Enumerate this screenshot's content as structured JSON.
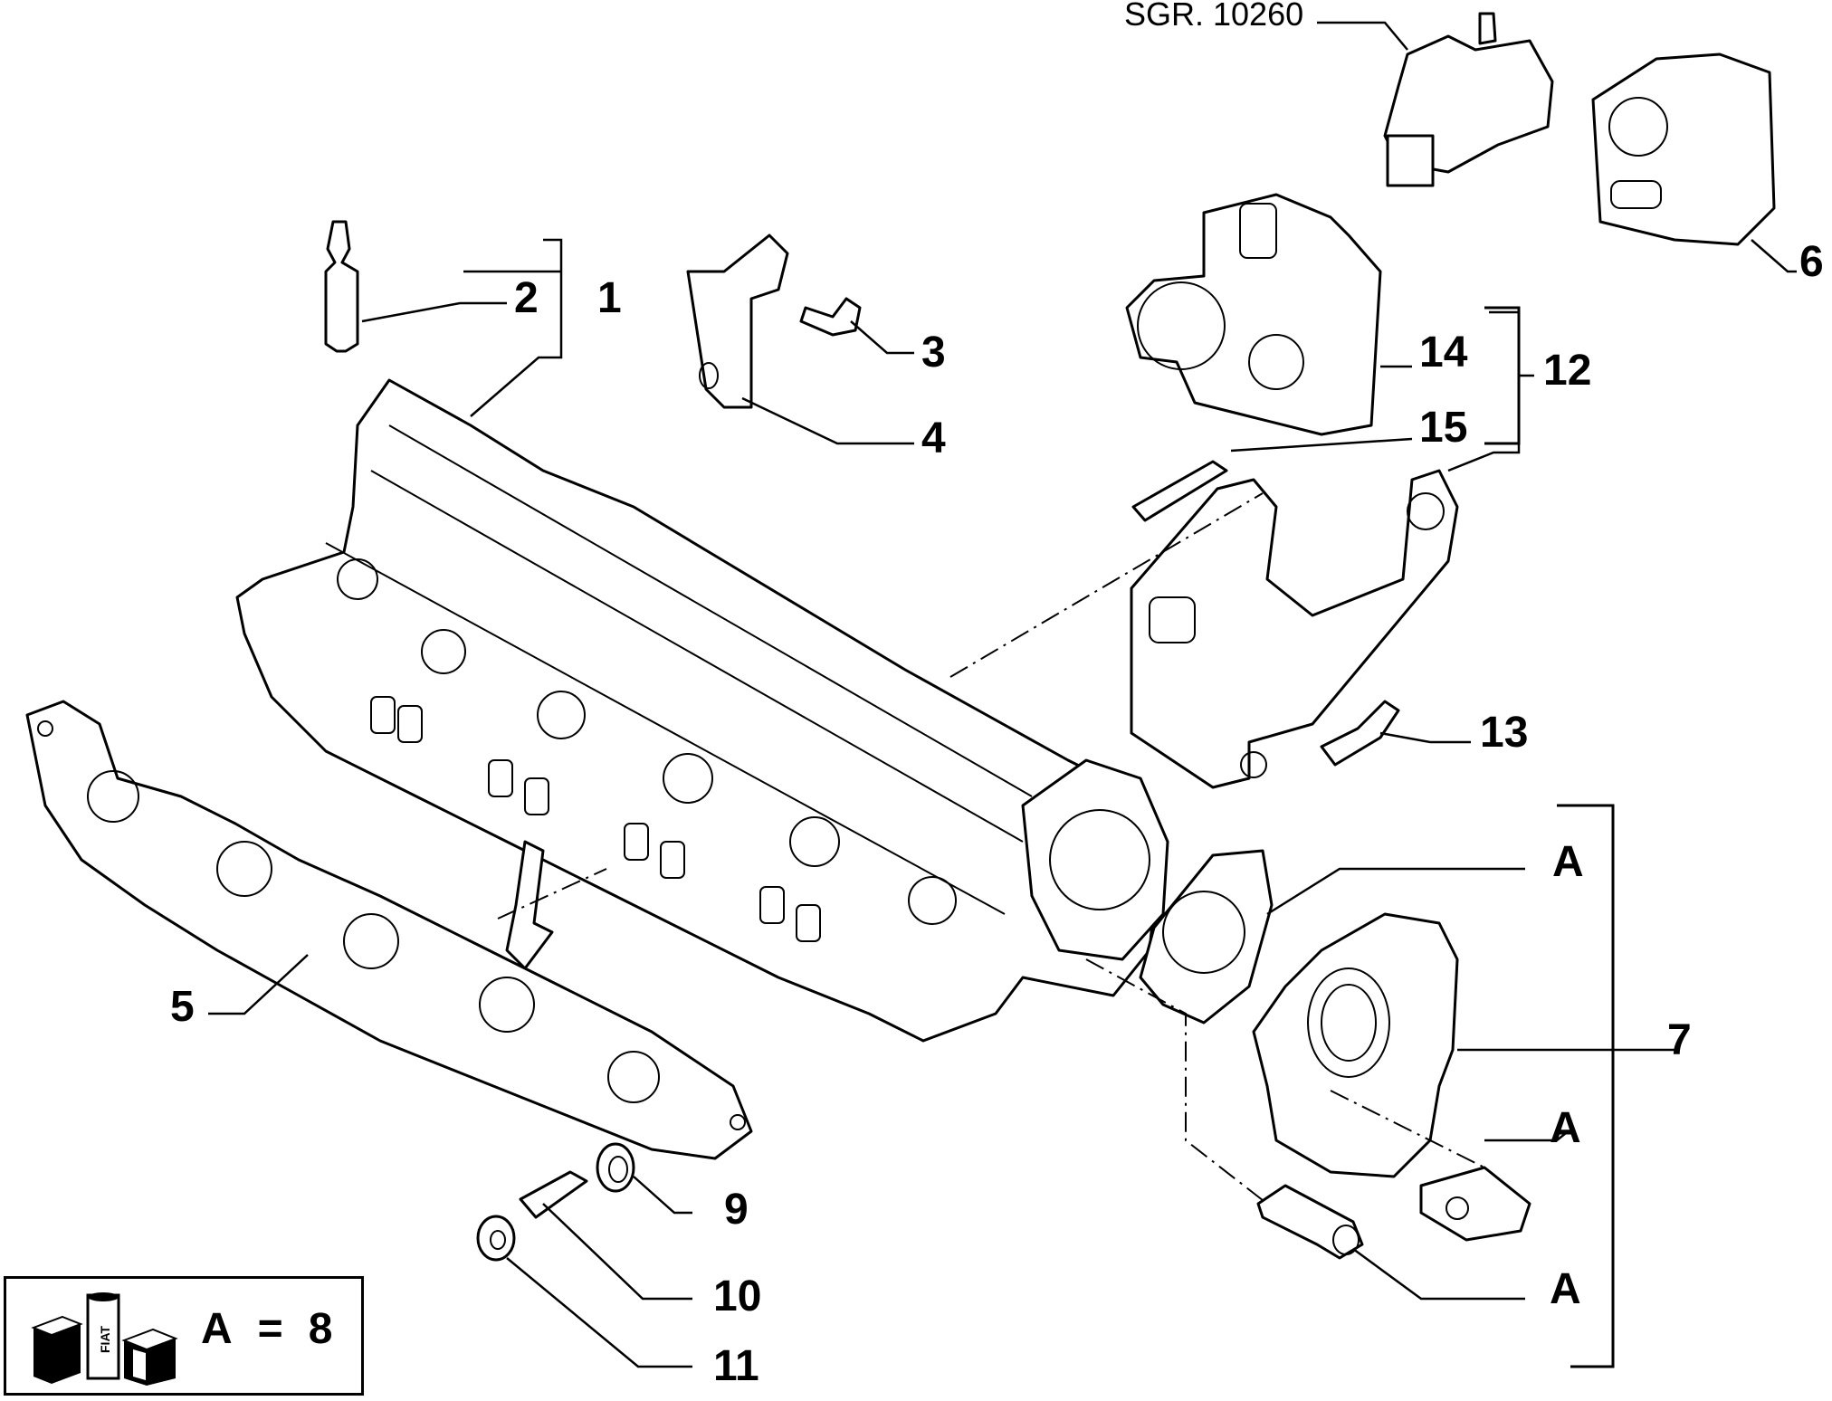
{
  "diagram": {
    "reference": "SGR. 10260",
    "labels": {
      "n1": "1",
      "n2": "2",
      "n3": "3",
      "n4": "4",
      "n5": "5",
      "n6": "6",
      "n7": "7",
      "n9": "9",
      "n10": "10",
      "n11": "11",
      "n12": "12",
      "n13": "13",
      "n14": "14",
      "n15": "15",
      "a1": "A",
      "a2": "A",
      "a3": "A"
    }
  },
  "legend": {
    "symbol": "A",
    "equals": "=",
    "value": "8",
    "logo_text": "FIAT"
  }
}
